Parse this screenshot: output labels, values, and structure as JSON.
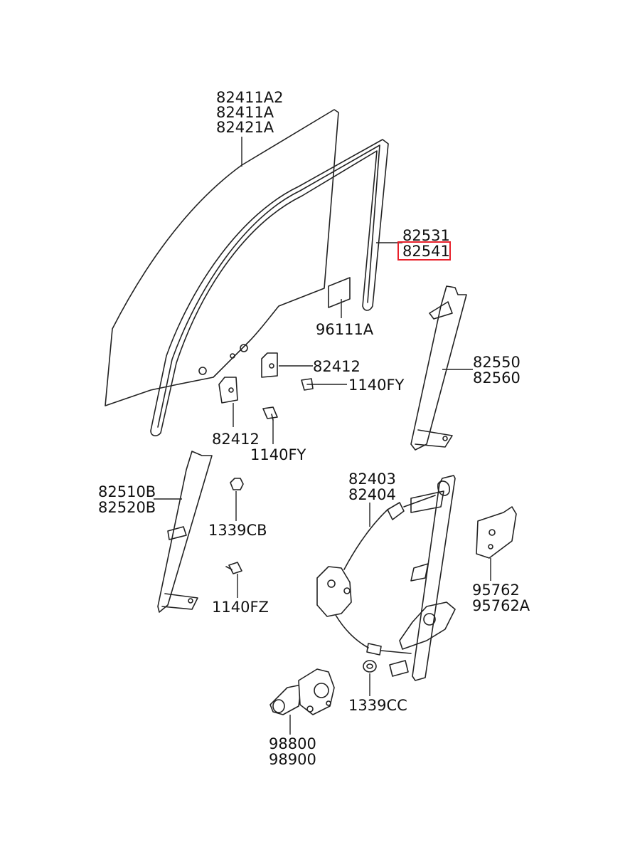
{
  "callouts": {
    "glass": [
      "82411A2",
      "82411A",
      "82421A"
    ],
    "channel_run": [
      "82531",
      "82541"
    ],
    "label_pad": "96111A",
    "holder_upper": "82412",
    "bolt_upper": "1140FY",
    "holder_lower": "82412",
    "bolt_lower": "1140FY",
    "rear_channel": [
      "82550",
      "82560"
    ],
    "front_channel": [
      "82510B",
      "82520B"
    ],
    "nut_cb": "1339CB",
    "bolt_fz": "1140FZ",
    "regulator": [
      "82403",
      "82404"
    ],
    "module": [
      "95762",
      "95762A"
    ],
    "nut_cc": "1339CC",
    "motor": [
      "98800",
      "98900"
    ]
  },
  "highlight": {
    "label": "82541",
    "color": "#e8202a"
  }
}
